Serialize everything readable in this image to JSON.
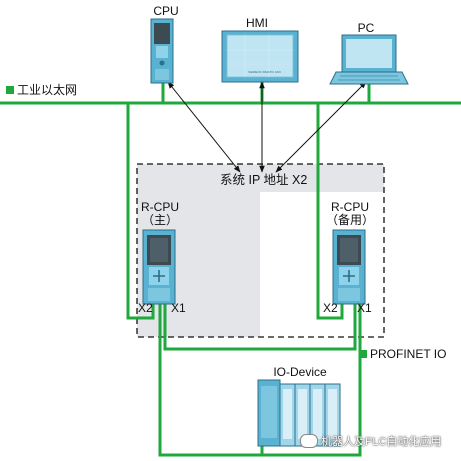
{
  "devices": {
    "cpu": "CPU",
    "hmi": "HMI",
    "pc": "PC",
    "hmi_caption": "SIEMENS SIMATIC HMI"
  },
  "networks": {
    "industrial_ethernet": "工业以太网",
    "profinet_io": "PROFINET IO"
  },
  "system_ip": "系统 IP 地址 X2",
  "r_cpu_primary": {
    "name": "R-CPU",
    "role": "（主）",
    "port_left": "X2",
    "port_right": "X1"
  },
  "r_cpu_backup": {
    "name": "R-CPU",
    "role": "（备用）",
    "port_left": "X2",
    "port_right": "X1"
  },
  "io_device": "IO-Device",
  "watermark": "机器人及PLC自动化应用",
  "colors": {
    "network_green": "#1fa83c",
    "zone_gray": "#e3e5e8",
    "device_blue": "#5ab2d2",
    "device_dark": "#3c4a52"
  },
  "icons": [
    "cpu-module-icon",
    "hmi-panel-icon",
    "laptop-icon",
    "r-cpu-module-icon",
    "io-device-icon"
  ]
}
